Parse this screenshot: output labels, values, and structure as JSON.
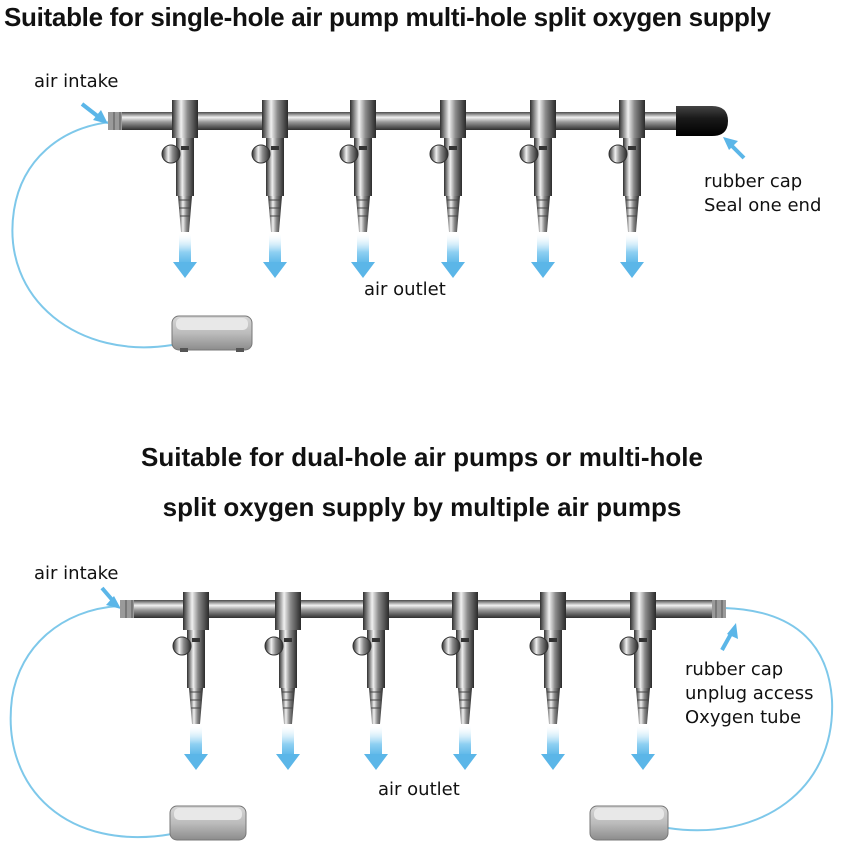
{
  "titles": {
    "top": "Suitable for single-hole air pump multi-hole split oxygen supply",
    "middle_line1": "Suitable for dual-hole air pumps or multi-hole",
    "middle_line2": "split oxygen supply by multiple air pumps"
  },
  "diagram_top": {
    "intake_label": "air intake",
    "cap_label_line1": "rubber cap",
    "cap_label_line2": "Seal one end",
    "outlet_label": "air outlet"
  },
  "diagram_bottom": {
    "intake_label": "air intake",
    "cap_label_line1": "rubber cap",
    "cap_label_line2": "unplug access",
    "cap_label_line3": "Oxygen tube",
    "outlet_label": "air outlet"
  },
  "colors": {
    "arrow_blue": "#5bb6e8",
    "tube_blue": "#7ec8ea",
    "metal_dark": "#3a3a3a",
    "metal_light": "#e6e6e6",
    "rubber_cap": "#1e1e1e"
  }
}
